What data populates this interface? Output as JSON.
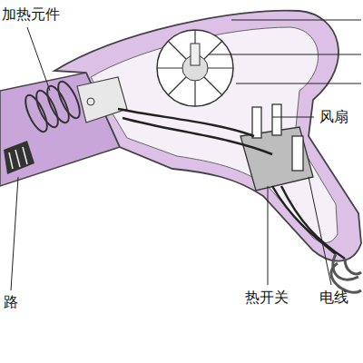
{
  "diagram": {
    "labels": [
      "加热元件",
      "风扇",
      "热开关",
      "电线",
      "路"
    ]
  }
}
